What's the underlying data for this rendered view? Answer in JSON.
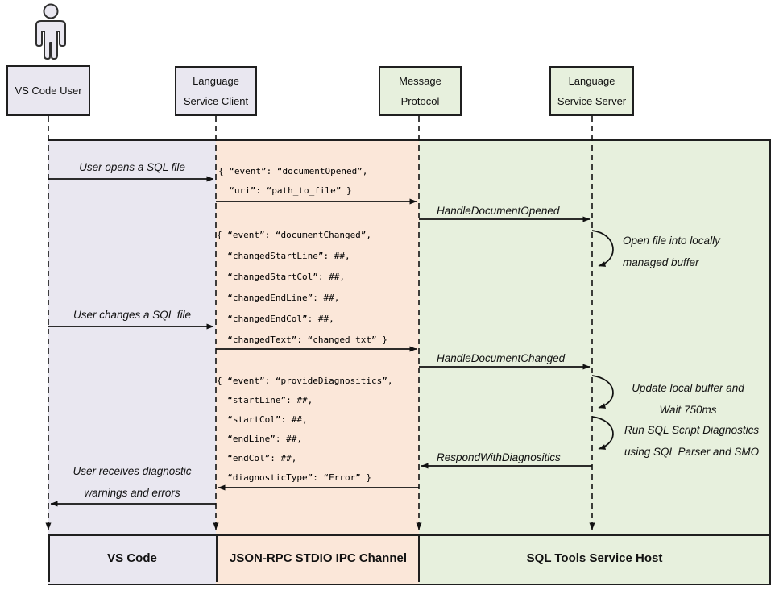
{
  "participants": {
    "user": {
      "name": "VS Code User"
    },
    "client": {
      "line1": "Language",
      "line2": "Service Client"
    },
    "protocol": {
      "line1": "Message",
      "line2": "Protocol"
    },
    "server": {
      "line1": "Language",
      "line2": "Service Server"
    }
  },
  "lanes": {
    "vscode": {
      "label": "VS Code",
      "color": "#E9E7F0"
    },
    "ipc": {
      "label": "JSON-RPC STDIO IPC Channel",
      "color": "#FBE7D9"
    },
    "host": {
      "label": "SQL Tools Service Host",
      "color": "#E7F0DD"
    }
  },
  "messages": {
    "user_opens": "User opens a SQL file",
    "handle_document_opened": "HandleDocumentOpened",
    "open_file_note": {
      "line1": "Open file into locally",
      "line2": "managed buffer"
    },
    "user_changes": "User changes a SQL file",
    "handle_document_changed": "HandleDocumentChanged",
    "update_buffer_note": {
      "line1": "Update local buffer and",
      "line2": "Wait 750ms"
    },
    "run_diagnostics_note": {
      "line1": "Run SQL Script Diagnostics",
      "line2": "using SQL Parser and SMO"
    },
    "respond_with_diagnostics": "RespondWithDiagnositics",
    "user_receives": {
      "line1": "User receives diagnostic",
      "line2": "warnings and errors"
    }
  },
  "payloads": {
    "document_opened": [
      "{ “event”: “documentOpened”,",
      "  “uri”: “path_to_file” }"
    ],
    "document_changed": [
      "{ “event”: “documentChanged”,",
      "  “changedStartLine”: ##,",
      "  “changedStartCol”: ##,",
      "  “changedEndLine”: ##,",
      "  “changedEndCol”: ##,",
      "  “changedText”: “changed txt” }"
    ],
    "provide_diagnostics": [
      "{ “event”: “provideDiagnositics”,",
      "  “startLine”: ##,",
      "  “startCol”: ##,",
      "  “endLine”: ##,",
      "  “endCol”: ##,",
      "  “diagnosticType”: “Error” }"
    ]
  }
}
